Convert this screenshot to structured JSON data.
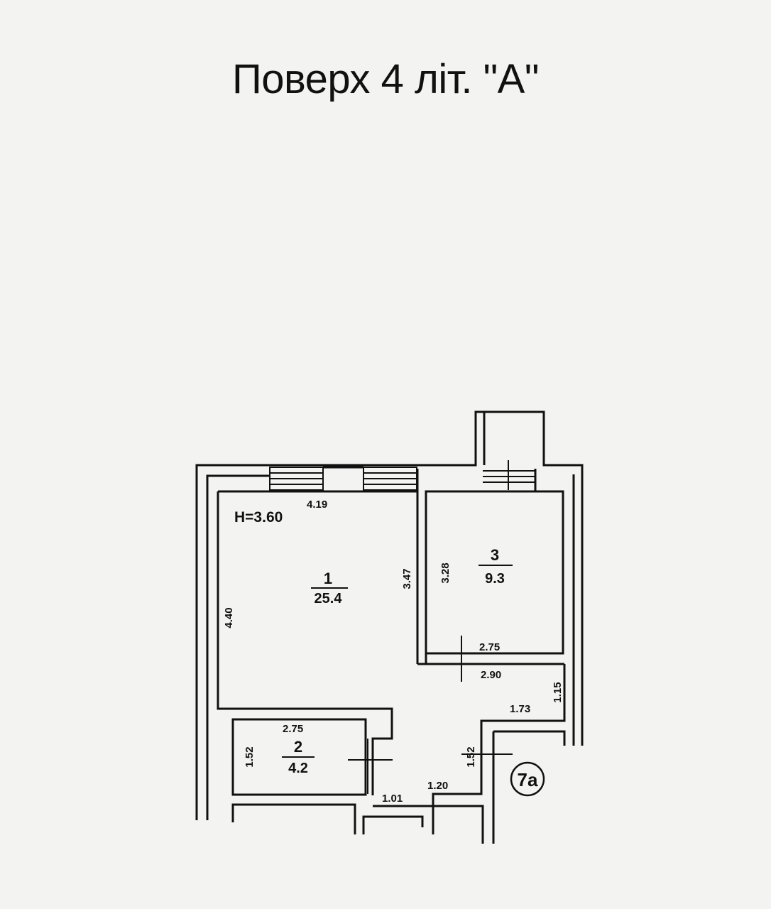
{
  "title": "Поверх 4  літ. \"А\"",
  "ceiling_height": "H=3.60",
  "rooms": [
    {
      "number": "1",
      "area": "25.4"
    },
    {
      "number": "2",
      "area": "4.2"
    },
    {
      "number": "3",
      "area": "9.3"
    }
  ],
  "dimensions": {
    "room1_width": "4.19",
    "room1_height": "4.40",
    "room1_right": "3.47",
    "room3_height": "3.28",
    "room3_width": "2.75",
    "corridor_top": "2.90",
    "corridor_side": "1.15",
    "corridor_width": "1.73",
    "room2_width": "2.75",
    "room2_height": "1.52",
    "entry_height": "1.52",
    "entry_width": "1.20",
    "passage_width": "1.01"
  },
  "apartment_label": "7а"
}
